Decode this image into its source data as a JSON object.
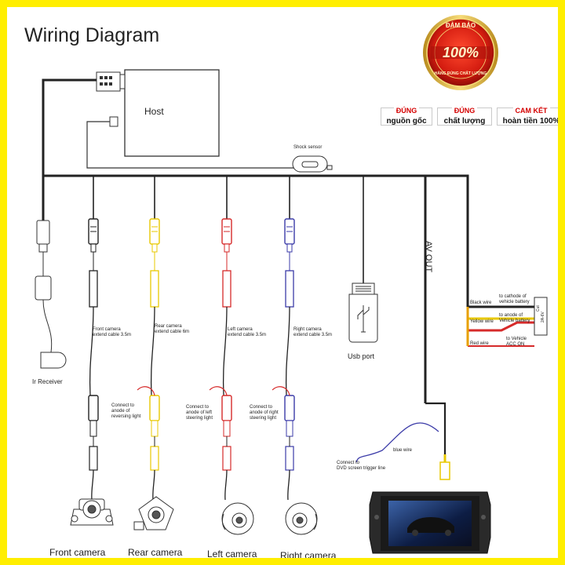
{
  "title": "Wiring Diagram",
  "host_label": "Host",
  "shock_sensor_label": "Shock sensor",
  "av_out_label": "AV OUT",
  "usb_label": "Usb port",
  "ir_receiver_label": "Ir Receiver",
  "cables": {
    "front": [
      "Front camera",
      "extend cable 3.5m"
    ],
    "rear": [
      "Rear camera",
      "extend cable 6m"
    ],
    "left": [
      "Left camera",
      "extend cable 3.5m"
    ],
    "right": [
      "Right camera",
      "extend cable 3.5m"
    ]
  },
  "connect_notes": {
    "reversing": [
      "Connect to",
      "anode of",
      "reversing light"
    ],
    "left_steer": [
      "Connect to",
      "anode of left",
      "steering light"
    ],
    "right_steer": [
      "Connect to",
      "anode of right",
      "steering light"
    ],
    "dvd": [
      "Connect to",
      "DVD screen trigger line"
    ]
  },
  "blue_wire": "blue wire",
  "power": {
    "black_wire": "Black wire",
    "yellow_wire": "Yellow wire",
    "red_wire": "Red wire",
    "black_to": [
      "to cathode of",
      "vehicle battery"
    ],
    "yellow_to": [
      "to anode of",
      "Vehicle battery"
    ],
    "red_to": [
      "to Vehicle",
      "ACC ON"
    ],
    "fuse": [
      "Cut",
      "2A-6V"
    ]
  },
  "cameras": [
    "Front camera",
    "Rear camera",
    "Left camera",
    "Right camera"
  ],
  "seal": {
    "top": "ĐẢM BẢO",
    "center": "100%",
    "bottom": "HÀNG ĐÚNG CHẤT LƯỢNG"
  },
  "badges": [
    {
      "top": "ĐÚNG",
      "bottom": "nguồn gốc"
    },
    {
      "top": "ĐÚNG",
      "bottom": "chất lượng"
    },
    {
      "top": "CAM KẾT",
      "bottom": "hoàn tiền 100%"
    }
  ],
  "colors": {
    "frame": "#ffee00",
    "red": "#d62a2a",
    "yellow": "#e8c800",
    "blue": "#3b3ba8",
    "wire": "#222222",
    "seal": "#c61a12"
  }
}
